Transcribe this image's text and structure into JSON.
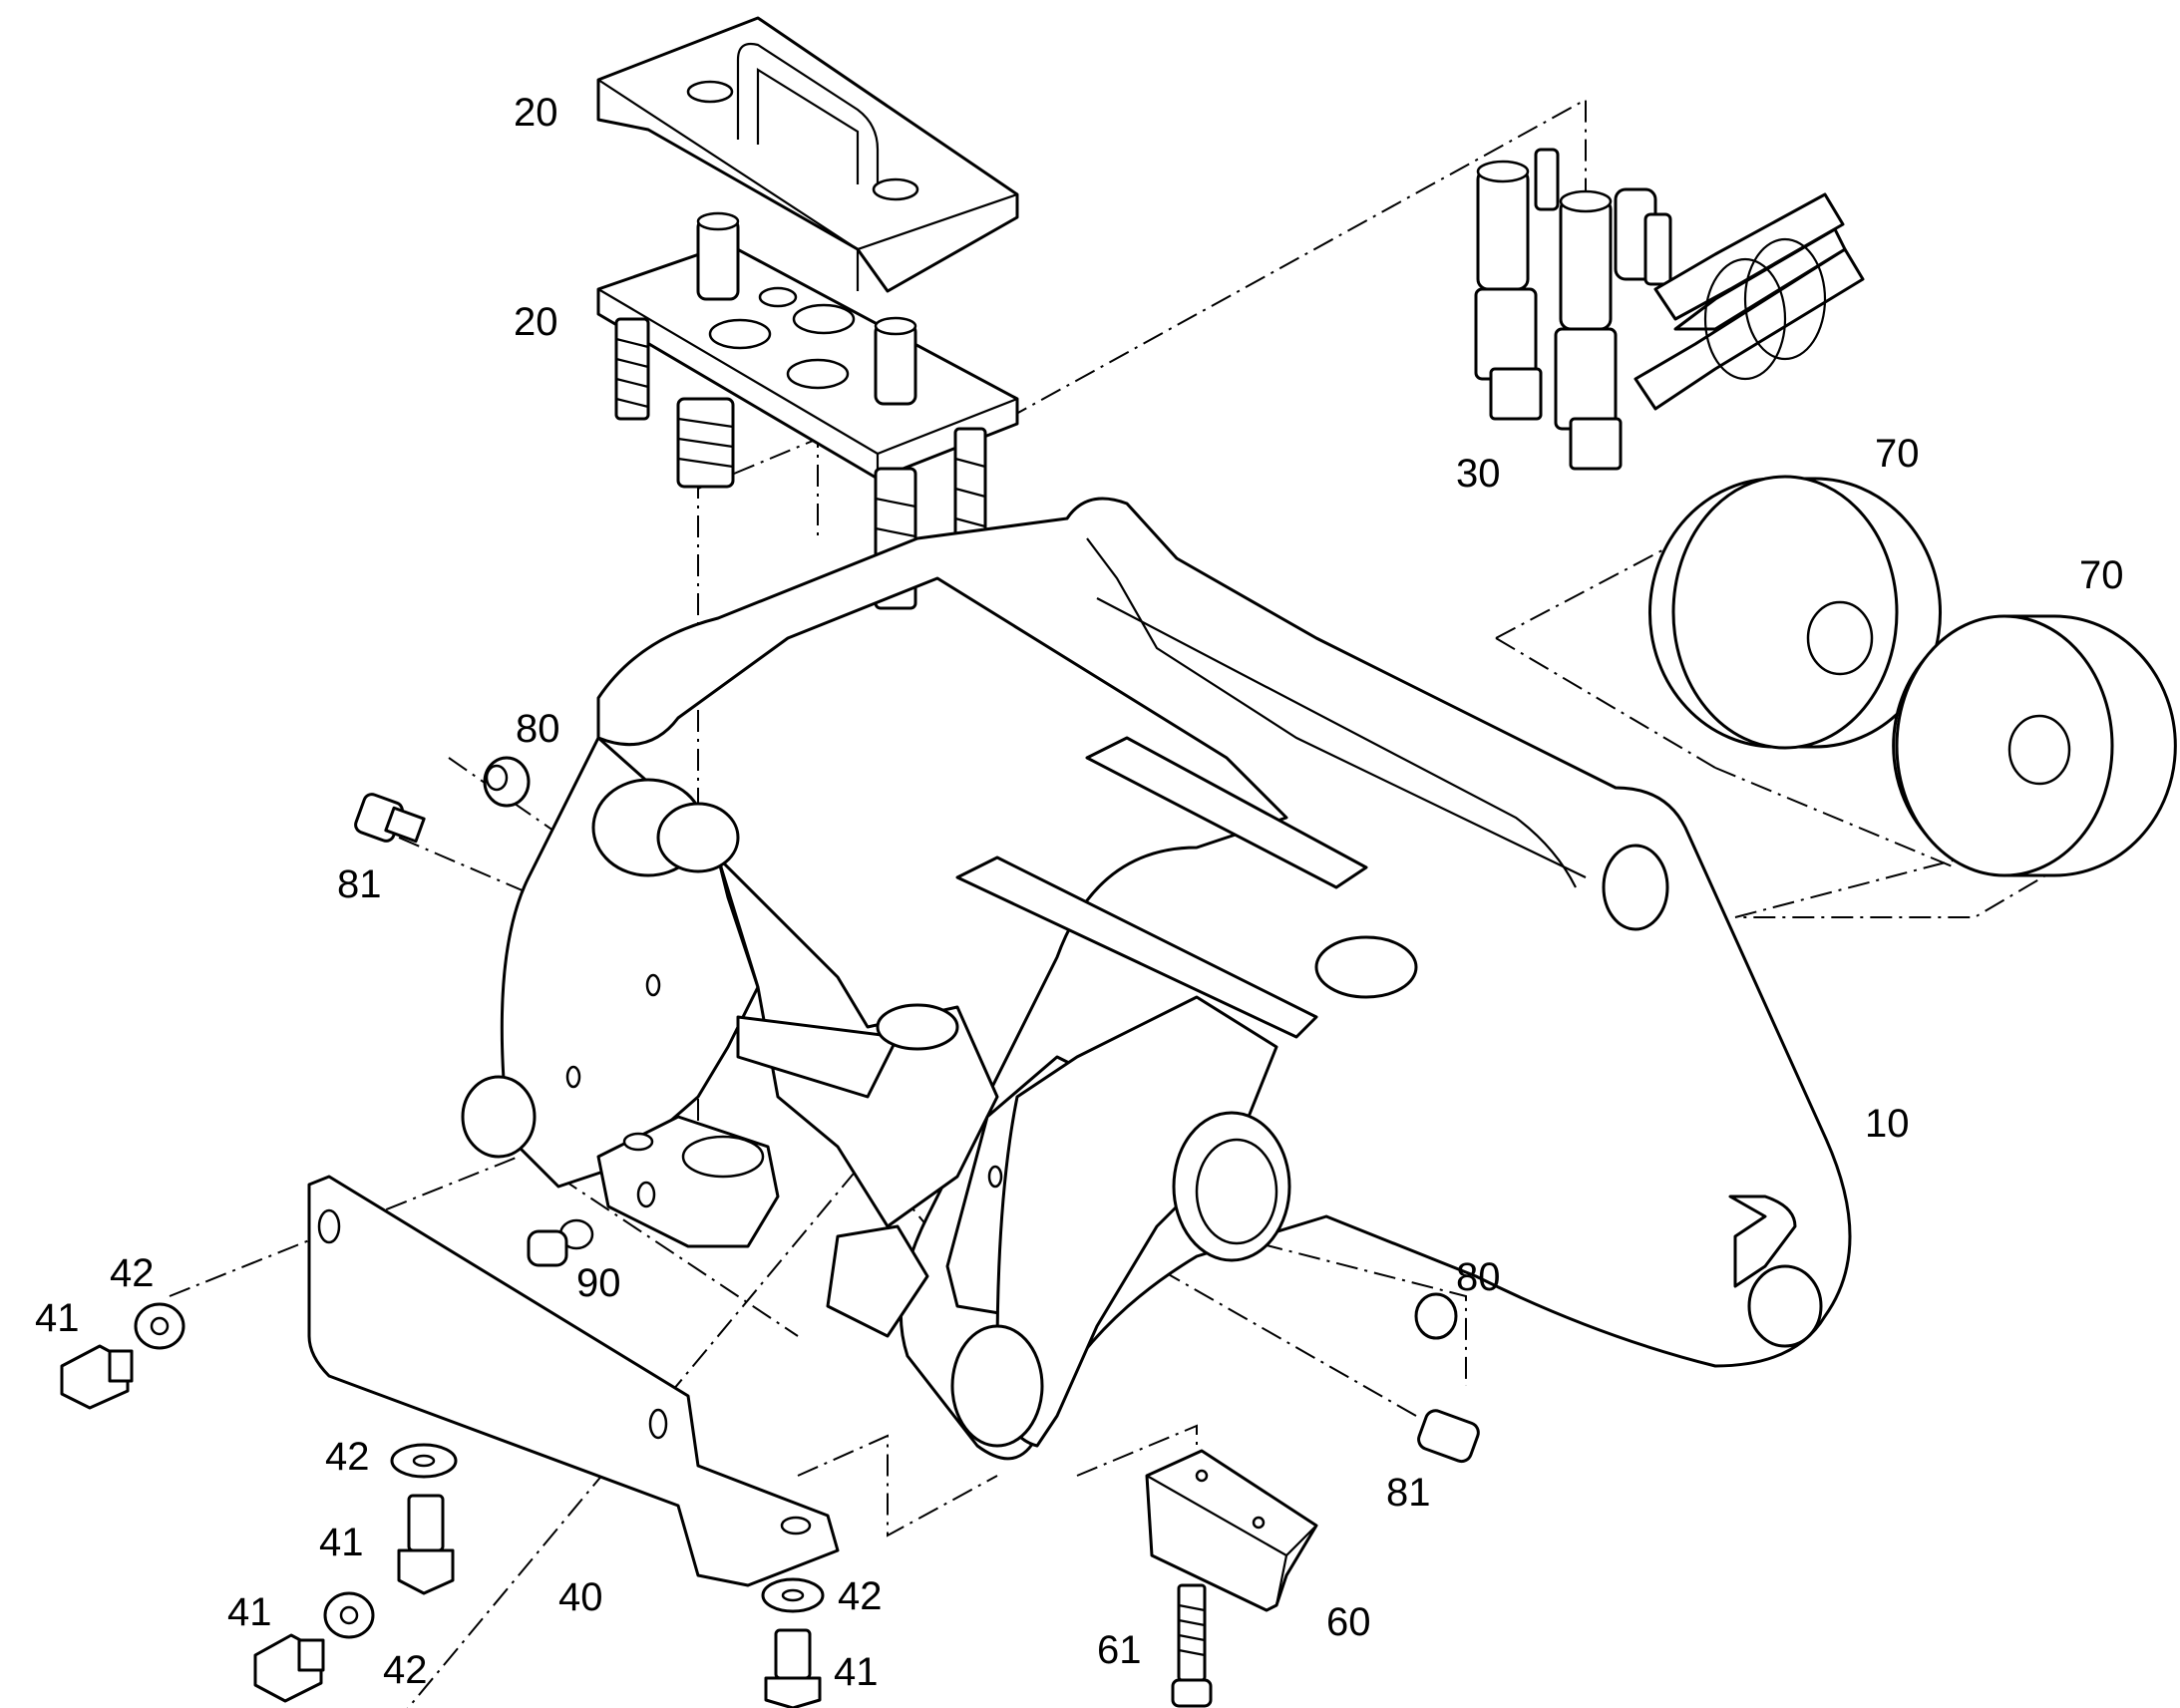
{
  "diagram": {
    "labels": [
      {
        "id": "top-cover",
        "text": "20"
      },
      {
        "id": "coupling-plate",
        "text": "20"
      },
      {
        "id": "hose-fittings",
        "text": "30"
      },
      {
        "id": "disc-upper",
        "text": "70"
      },
      {
        "id": "disc-lower",
        "text": "70"
      },
      {
        "id": "frame",
        "text": "10"
      },
      {
        "id": "sleeve-left",
        "text": "80"
      },
      {
        "id": "screw-left",
        "text": "81"
      },
      {
        "id": "sleeve-right",
        "text": "80"
      },
      {
        "id": "screw-right",
        "text": "81"
      },
      {
        "id": "plug",
        "text": "90"
      },
      {
        "id": "guard-plate",
        "text": "40"
      },
      {
        "id": "washer-upper-left",
        "text": "42"
      },
      {
        "id": "bolt-upper-left",
        "text": "41"
      },
      {
        "id": "washer-mid",
        "text": "42"
      },
      {
        "id": "bolt-mid",
        "text": "41"
      },
      {
        "id": "bolt-lower-left",
        "text": "41"
      },
      {
        "id": "washer-lower-left",
        "text": "42"
      },
      {
        "id": "washer-bottom",
        "text": "42"
      },
      {
        "id": "bolt-bottom",
        "text": "41"
      },
      {
        "id": "wedge-block",
        "text": "60"
      },
      {
        "id": "wedge-screw",
        "text": "61"
      }
    ]
  }
}
